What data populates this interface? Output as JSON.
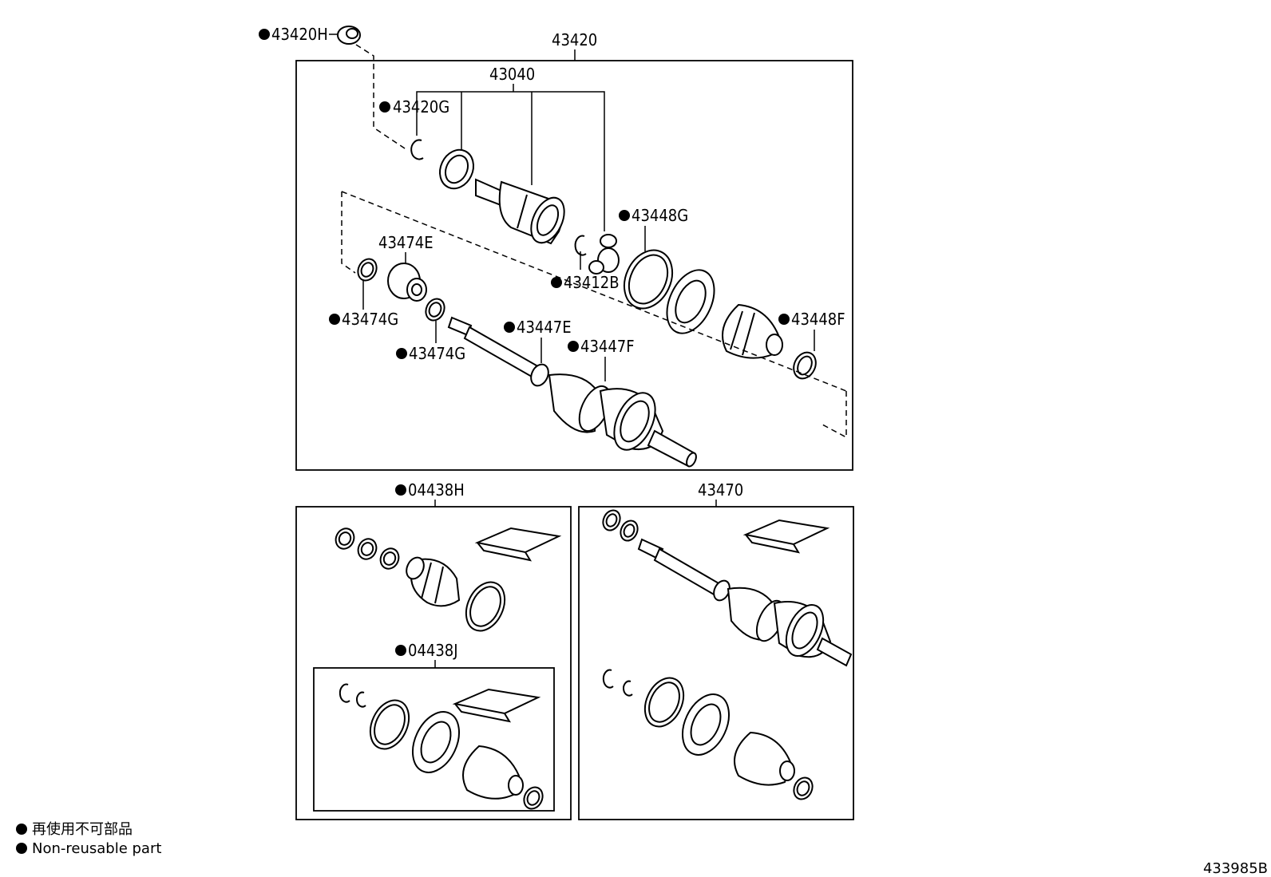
{
  "labels": {
    "l43420": "43420",
    "l43420H": "43420H",
    "l43040": "43040",
    "l43420G": "43420G",
    "l43448G": "43448G",
    "l43474E": "43474E",
    "l43412B": "43412B",
    "l43474G_a": "43474G",
    "l43474G_b": "43474G",
    "l43447E": "43447E",
    "l43447F": "43447F",
    "l43448F": "43448F",
    "l04438H": "04438H",
    "l43470": "43470",
    "l04438J": "04438J"
  },
  "legend": {
    "jp": "再使用不可部品",
    "en": "Non-reusable part"
  },
  "figure_id": "433985B"
}
